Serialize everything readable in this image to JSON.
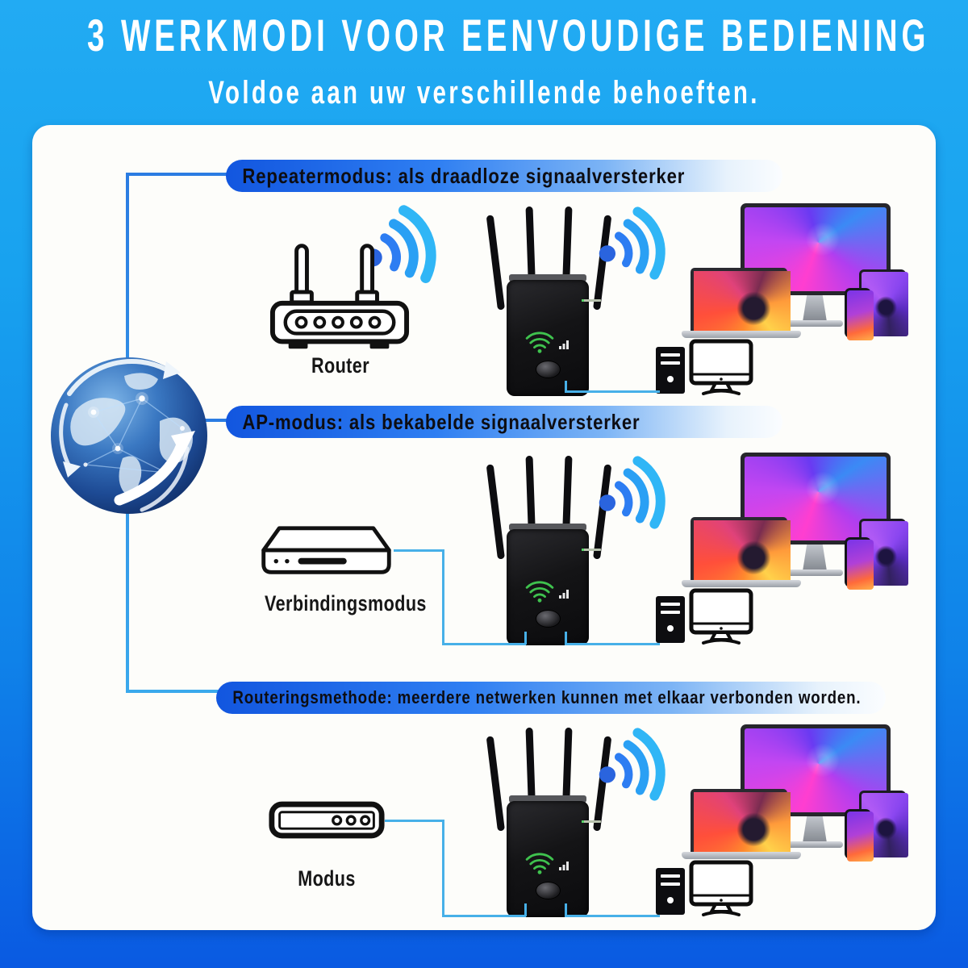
{
  "header": {
    "title": "3 WERKMODI VOOR EENVOUDIGE BEDIENING",
    "subtitle": "Voldoe aan uw verschillende behoeften."
  },
  "modes": [
    {
      "banner": "Repeatermodus: als draadloze signaalversterker",
      "source_label": "Router"
    },
    {
      "banner": "AP-modus: als bekabelde signaalversterker",
      "source_label": "Verbindingsmodus"
    },
    {
      "banner": "Routeringsmethode: meerdere netwerken kunnen met elkaar verbonden worden.",
      "source_label": "Modus"
    }
  ],
  "icons": {
    "globe": "globe-icon",
    "wifi": "wifi-signal-icon",
    "router": "router-icon",
    "modem": "modem-icon",
    "switch_box": "switch-box-icon",
    "repeater": "repeater-device",
    "pc_tower": "pc-tower-icon",
    "monitor_outline": "monitor-outline-icon"
  },
  "colors": {
    "background_top": "#22ABF3",
    "background_bottom": "#0A5AE2",
    "card": "#FDFDFA",
    "banner_blue": "#2F7FF2",
    "connector": "#2B7CE2",
    "cable": "#47B0E8",
    "wifi_dot": "#2A64DE",
    "wifi_arc": "#2BA2F5",
    "repeater_led_green": "#5AD46A"
  }
}
